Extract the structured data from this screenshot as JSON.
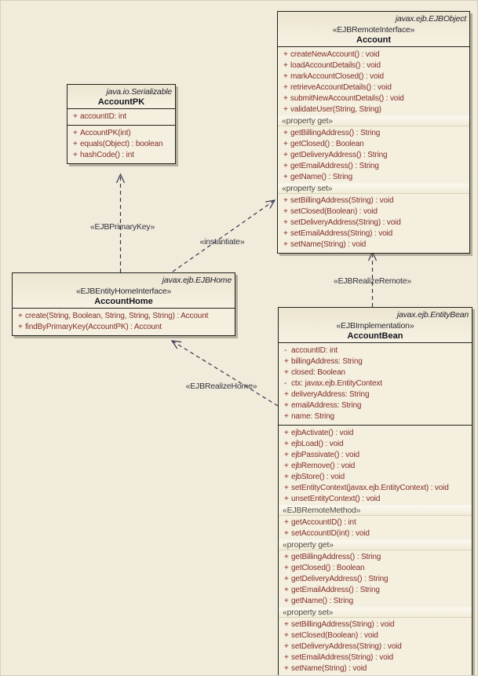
{
  "diagram": {
    "colors": {
      "background": "#f0ebda",
      "class_fill": "#f4efdf",
      "member_text": "#832d28",
      "connector": "#3a3650"
    },
    "classes": {
      "account_pk": {
        "package": "java.io.Serializable",
        "name": "AccountPK",
        "attributes": [
          {
            "vis": "+",
            "text": "accountID:  int"
          }
        ],
        "operations": [
          {
            "vis": "+",
            "text": "AccountPK(int)"
          },
          {
            "vis": "+",
            "text": "equals(Object) : boolean"
          },
          {
            "vis": "+",
            "text": "hashCode() : int"
          }
        ]
      },
      "account": {
        "package": "javax.ejb.EJBObject",
        "stereotype": "«EJBRemoteInterface»",
        "name": "Account",
        "operations": [
          {
            "vis": "+",
            "text": "createNewAccount() : void"
          },
          {
            "vis": "+",
            "text": "loadAccountDetails() : void"
          },
          {
            "vis": "+",
            "text": "markAccountClosed() : void"
          },
          {
            "vis": "+",
            "text": "retrieveAccountDetails() : void"
          },
          {
            "vis": "+",
            "text": "submitNewAccountDetails() : void"
          },
          {
            "vis": "+",
            "text": "validateUser(String, String)"
          }
        ],
        "property_get_label": "«property get»",
        "property_get": [
          {
            "vis": "+",
            "text": "getBillingAddress() : String"
          },
          {
            "vis": "+",
            "text": "getClosed() : Boolean"
          },
          {
            "vis": "+",
            "text": "getDeliveryAddress() : String"
          },
          {
            "vis": "+",
            "text": "getEmailAddress() : String"
          },
          {
            "vis": "+",
            "text": "getName() : String"
          }
        ],
        "property_set_label": "«property set»",
        "property_set": [
          {
            "vis": "+",
            "text": "setBillingAddress(String) : void"
          },
          {
            "vis": "+",
            "text": "setClosed(Boolean) : void"
          },
          {
            "vis": "+",
            "text": "setDeliveryAddress(String) : void"
          },
          {
            "vis": "+",
            "text": "setEmailAddress(String) : void"
          },
          {
            "vis": "+",
            "text": "setName(String) : void"
          }
        ]
      },
      "account_home": {
        "package": "javax.ejb.EJBHome",
        "stereotype": "«EJBEntityHomeInterface»",
        "name": "AccountHome",
        "operations": [
          {
            "vis": "+",
            "text": "create(String, Boolean, String, String, String) : Account"
          },
          {
            "vis": "+",
            "text": "findByPrimaryKey(AccountPK) : Account"
          }
        ]
      },
      "account_bean": {
        "package": "javax.ejb.EntityBean",
        "stereotype": "«EJBImplementation»",
        "name": "AccountBean",
        "attributes": [
          {
            "vis": "-",
            "text": "accountID:  int"
          },
          {
            "vis": "+",
            "text": "billingAddress:  String"
          },
          {
            "vis": "+",
            "text": "closed:  Boolean"
          },
          {
            "vis": "-",
            "text": "ctx:  javax.ejb.EntityContext"
          },
          {
            "vis": "+",
            "text": "deliveryAddress:  String"
          },
          {
            "vis": "+",
            "text": "emailAddress:  String"
          },
          {
            "vis": "+",
            "text": "name:  String"
          }
        ],
        "operations": [
          {
            "vis": "+",
            "text": "ejbActivate() : void"
          },
          {
            "vis": "+",
            "text": "ejbLoad() : void"
          },
          {
            "vis": "+",
            "text": "ejbPassivate() : void"
          },
          {
            "vis": "+",
            "text": "ejbRemove() : void"
          },
          {
            "vis": "+",
            "text": "ejbStore() : void"
          },
          {
            "vis": "+",
            "text": "setEntityContext(javax.ejb.EntityContext) : void"
          },
          {
            "vis": "+",
            "text": "unsetEntityContext() : void"
          }
        ],
        "remote_method_label": "«EJBRemoteMethod»",
        "remote_methods": [
          {
            "vis": "+",
            "text": "getAccountID() : int"
          },
          {
            "vis": "+",
            "text": "setAccountID(int) : void"
          }
        ],
        "property_get_label": "«property get»",
        "property_get": [
          {
            "vis": "+",
            "text": "getBillingAddress() : String"
          },
          {
            "vis": "+",
            "text": "getClosed() : Boolean"
          },
          {
            "vis": "+",
            "text": "getDeliveryAddress() : String"
          },
          {
            "vis": "+",
            "text": "getEmailAddress() : String"
          },
          {
            "vis": "+",
            "text": "getName() : String"
          }
        ],
        "property_set_label": "«property set»",
        "property_set": [
          {
            "vis": "+",
            "text": "setBillingAddress(String) : void"
          },
          {
            "vis": "+",
            "text": "setClosed(Boolean) : void"
          },
          {
            "vis": "+",
            "text": "setDeliveryAddress(String) : void"
          },
          {
            "vis": "+",
            "text": "setEmailAddress(String) : void"
          },
          {
            "vis": "+",
            "text": "setName(String) : void"
          }
        ]
      }
    },
    "connectors": {
      "ejb_primary_key": {
        "label": "«EJBPrimaryKey»"
      },
      "instantiate": {
        "label": "«instantiate»"
      },
      "ejb_realize_remote": {
        "label": "«EJBRealizeRemote»"
      },
      "ejb_realize_home": {
        "label": "«EJBRealizeHome»"
      }
    }
  }
}
